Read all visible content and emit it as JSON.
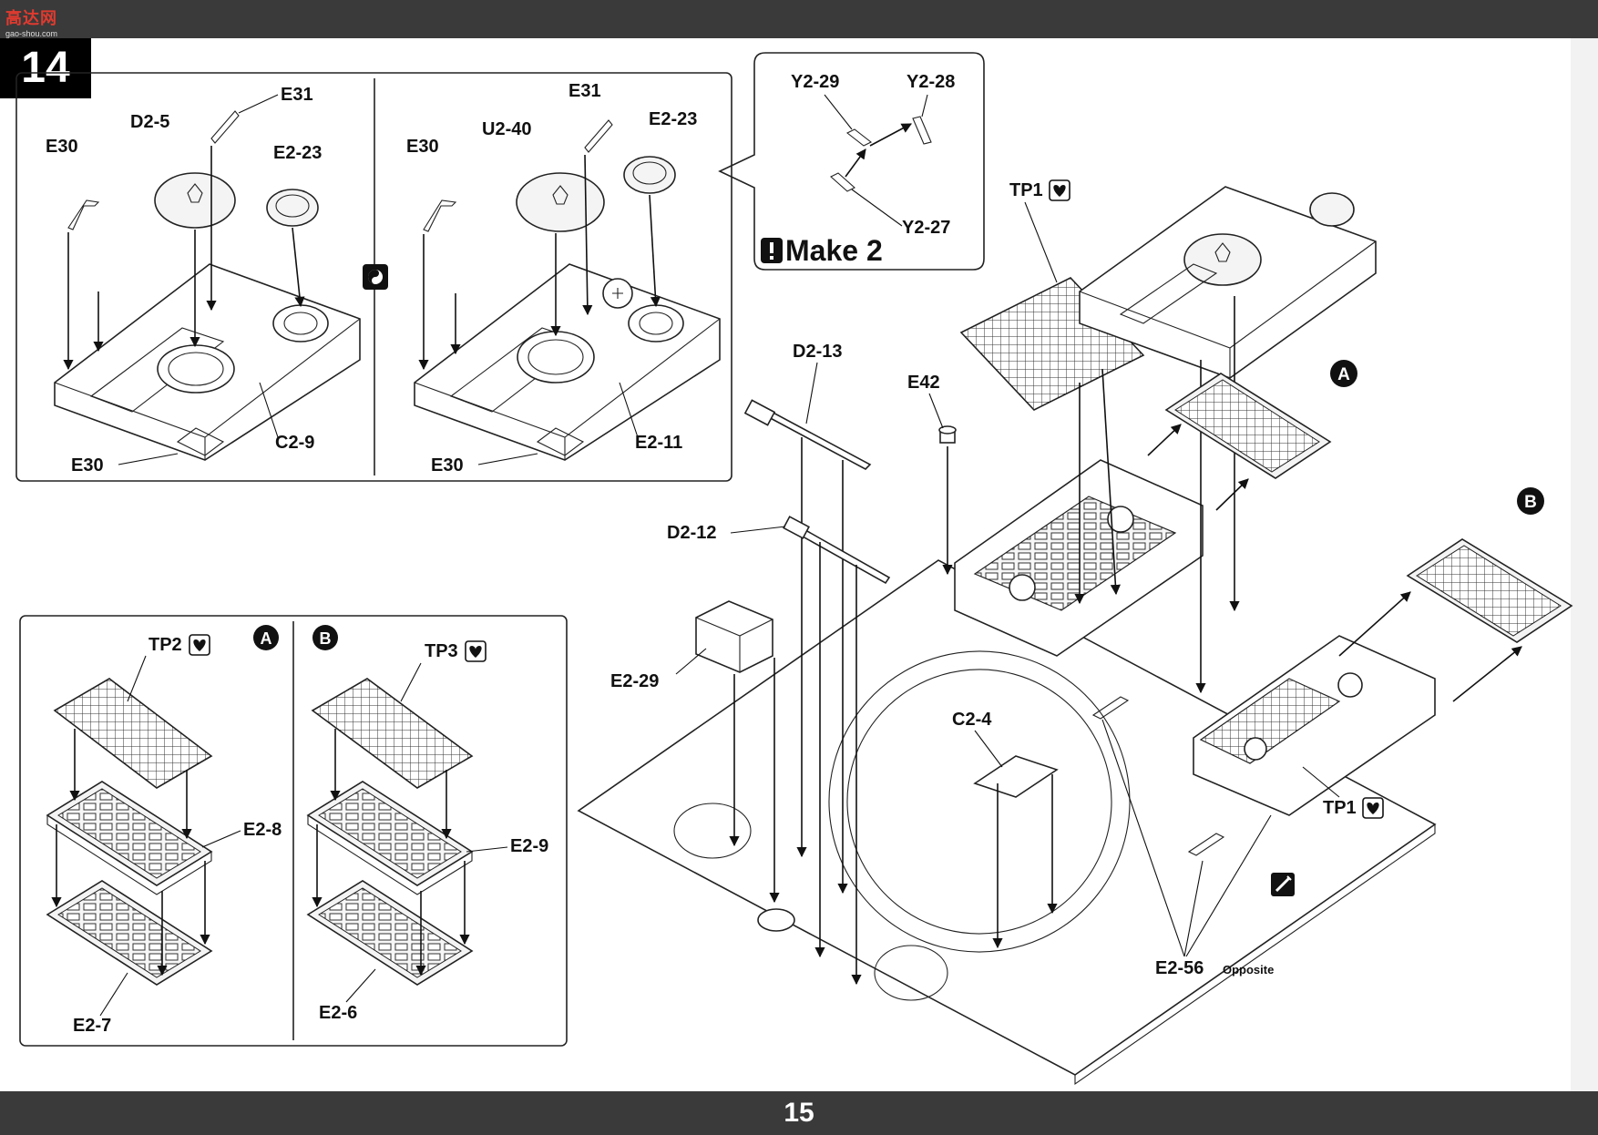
{
  "header": {
    "watermark": "高达网",
    "watermark_sub": "gao-shou.com"
  },
  "step_number": "14",
  "page_number": "15",
  "callout": {
    "parts": [
      "Y2-29",
      "Y2-28",
      "Y2-27"
    ],
    "note": "Make 2"
  },
  "panel_top": {
    "left_labels": [
      "E30",
      "D2-5",
      "E31",
      "E2-23",
      "E30",
      "C2-9"
    ],
    "right_labels": [
      "E30",
      "U2-40",
      "E31",
      "E2-23",
      "E30",
      "E2-11"
    ]
  },
  "panel_bottom": {
    "a": {
      "badge": "A",
      "labels": [
        "TP2",
        "E2-8",
        "E2-7"
      ]
    },
    "b": {
      "badge": "B",
      "labels": [
        "TP3",
        "E2-9",
        "E2-6"
      ]
    }
  },
  "main": {
    "labels": [
      "D2-13",
      "E42",
      "TP1",
      "D2-12",
      "E2-29",
      "C2-4",
      "TP1",
      "E2-56"
    ],
    "opposite_note": "Opposite",
    "badges": [
      "A",
      "B"
    ]
  }
}
